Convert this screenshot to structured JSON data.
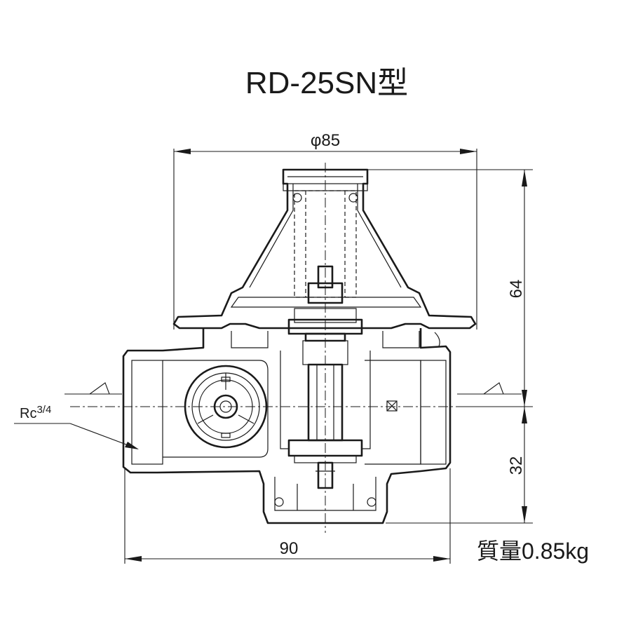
{
  "title": "RD-25SN型",
  "dimensions": {
    "width_top": "φ85",
    "height_upper": "64",
    "height_lower": "32",
    "width_bottom": "90",
    "port_main": "Rc",
    "port_sup": "3/4"
  },
  "mass_label": "質量0.85kg"
}
